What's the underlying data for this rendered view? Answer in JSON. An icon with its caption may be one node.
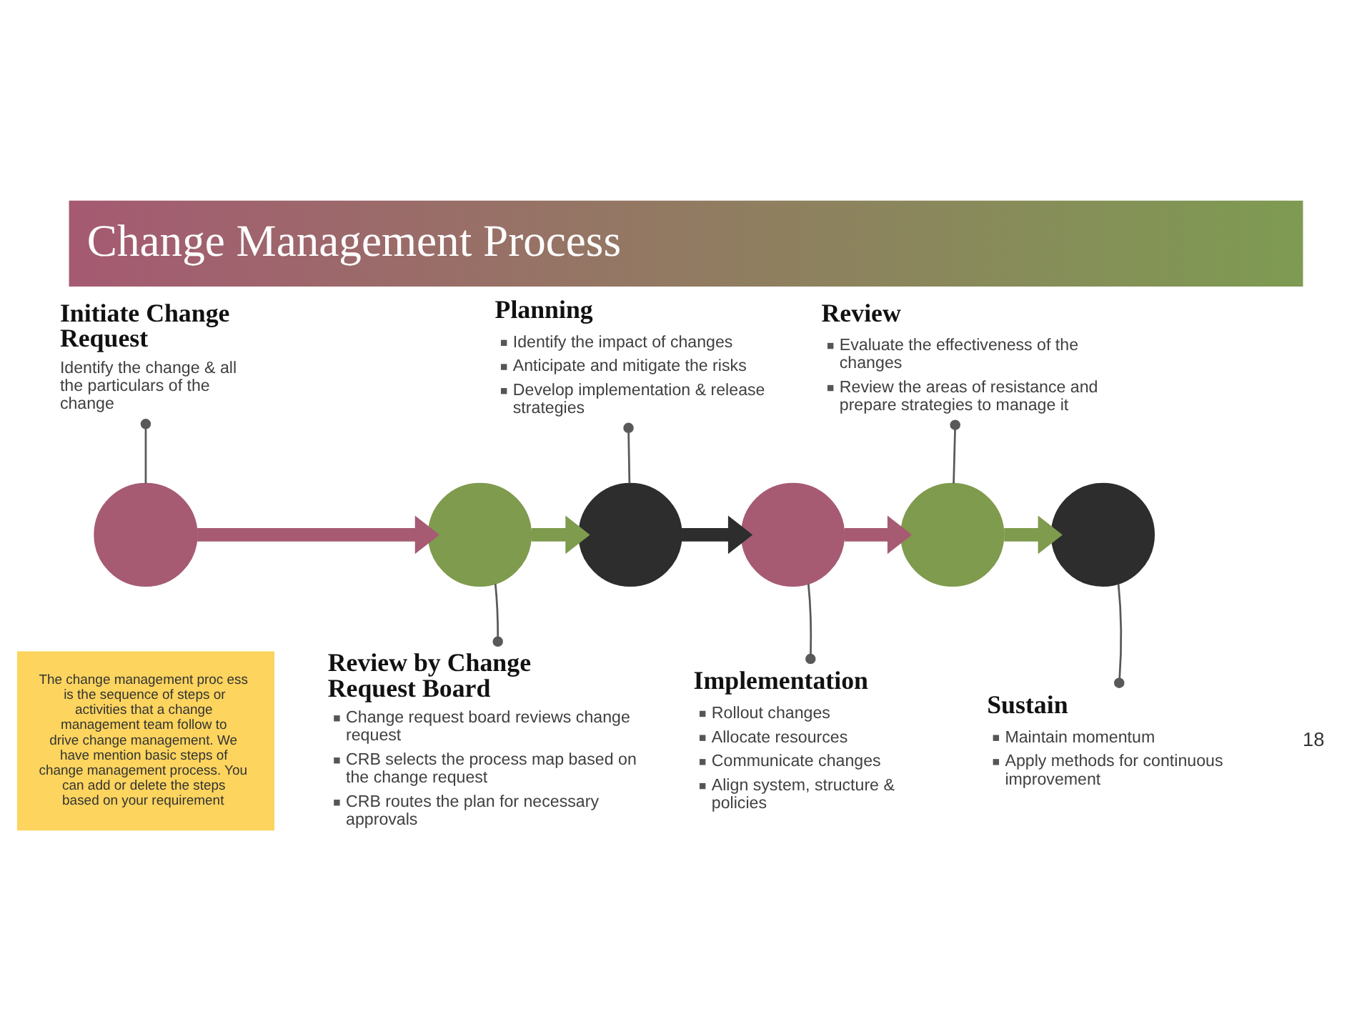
{
  "diagram": {
    "title": "Change Management Process",
    "nodes": [
      {
        "text": [
          "Initiate Change Request",
          "Identify the change & all the particulars of the change"
        ]
      },
      {
        "text": [
          "Planning",
          "Identify the impact of changes",
          "Anticipate and mitigate the risks",
          "Develop implementation & release strategies"
        ]
      },
      {
        "text": [
          "Review",
          "Evaluate the effectiveness of the changes",
          "Review the areas of resistance and prepare strategies to manage it"
        ]
      },
      {
        "text": [],
        "shape": "circle"
      },
      {
        "text": [],
        "shape": "circle"
      },
      {
        "text": [],
        "shape": "circle"
      },
      {
        "text": [],
        "shape": "circle"
      },
      {
        "text": [],
        "shape": "circle"
      },
      {
        "text": [],
        "shape": "circle"
      },
      {
        "text": [
          "The change management proc ess is the sequence of steps or activities that a change management team follow to drive change management. We have mention basic steps of change management process. You can add or delete the steps based on your requirement"
        ]
      },
      {
        "text": [
          "Review by Change Request Board",
          "Change request board reviews change request",
          "CRB selects the process map based on the change request",
          "CRB routes the plan for necessary approvals"
        ]
      },
      {
        "text": [
          "Implementation",
          "Rollout changes",
          "Allocate resources",
          "Communicate changes",
          "Align system, structure & policies"
        ]
      },
      {
        "text": [
          "Sustain",
          "Maintain momentum",
          "Apply methods for continuous improvement"
        ]
      }
    ],
    "edges": [
      {
        "from": 0,
        "to": 3,
        "arrow": "other"
      },
      {
        "from": 1,
        "to": 5,
        "arrow": "other"
      },
      {
        "from": 2,
        "to": 7,
        "arrow": "other"
      },
      {
        "from": 3,
        "to": 4,
        "arrow": "to",
        "style": "thick",
        "color": "#a65b73"
      },
      {
        "from": 4,
        "to": 5,
        "arrow": "to",
        "style": "thick",
        "color": "#7f9b4e"
      },
      {
        "from": 5,
        "to": 6,
        "arrow": "to",
        "style": "thick",
        "color": "#2d2d2d"
      },
      {
        "from": 6,
        "to": 7,
        "arrow": "to",
        "style": "thick",
        "color": "#a65b73"
      },
      {
        "from": 7,
        "to": 8,
        "arrow": "to",
        "style": "thick",
        "color": "#7f9b4e"
      },
      {
        "from": 10,
        "to": 4,
        "arrow": "other"
      },
      {
        "from": 11,
        "to": 6,
        "arrow": "other"
      },
      {
        "from": 12,
        "to": 8,
        "arrow": "other"
      }
    ],
    "labels": [
      "18"
    ]
  }
}
